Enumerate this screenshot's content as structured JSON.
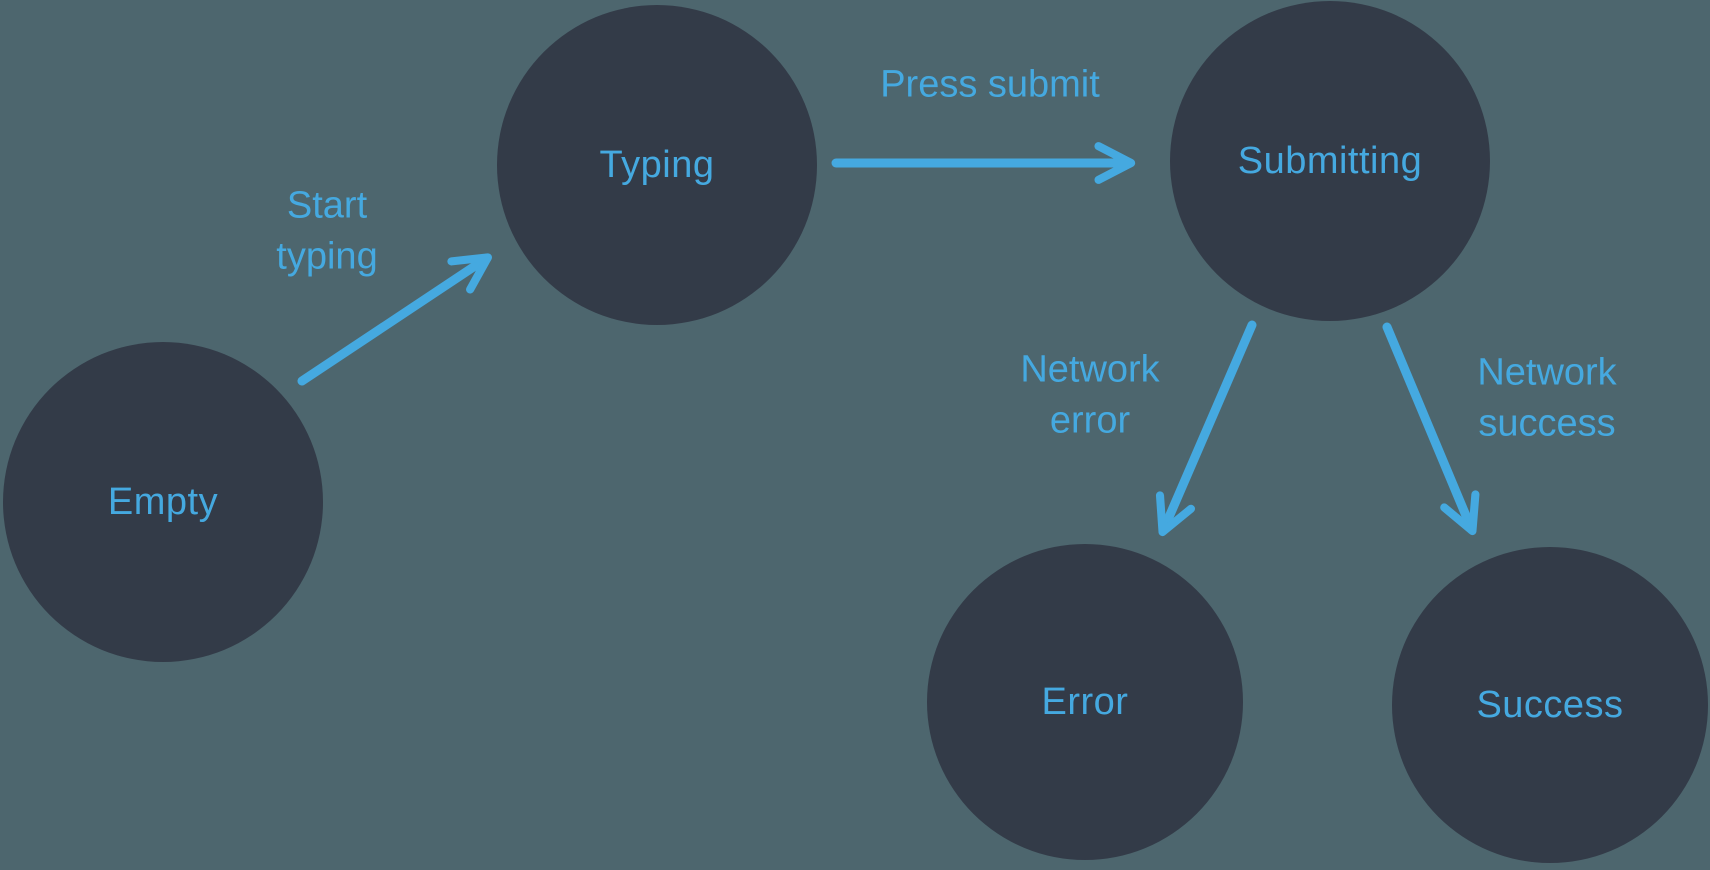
{
  "diagram": {
    "type": "state-machine",
    "colors": {
      "background": "#4D666E",
      "node_fill": "#333B48",
      "accent_blue": "#45A9E0"
    },
    "nodes": [
      {
        "id": "empty",
        "label": "Empty"
      },
      {
        "id": "typing",
        "label": "Typing"
      },
      {
        "id": "submitting",
        "label": "Submitting"
      },
      {
        "id": "error",
        "label": "Error"
      },
      {
        "id": "success",
        "label": "Success"
      }
    ],
    "edges": [
      {
        "from": "empty",
        "to": "typing",
        "label": "Start\ntyping"
      },
      {
        "from": "typing",
        "to": "submitting",
        "label": "Press submit"
      },
      {
        "from": "submitting",
        "to": "error",
        "label": "Network\nerror"
      },
      {
        "from": "submitting",
        "to": "success",
        "label": "Network\nsuccess"
      }
    ]
  }
}
